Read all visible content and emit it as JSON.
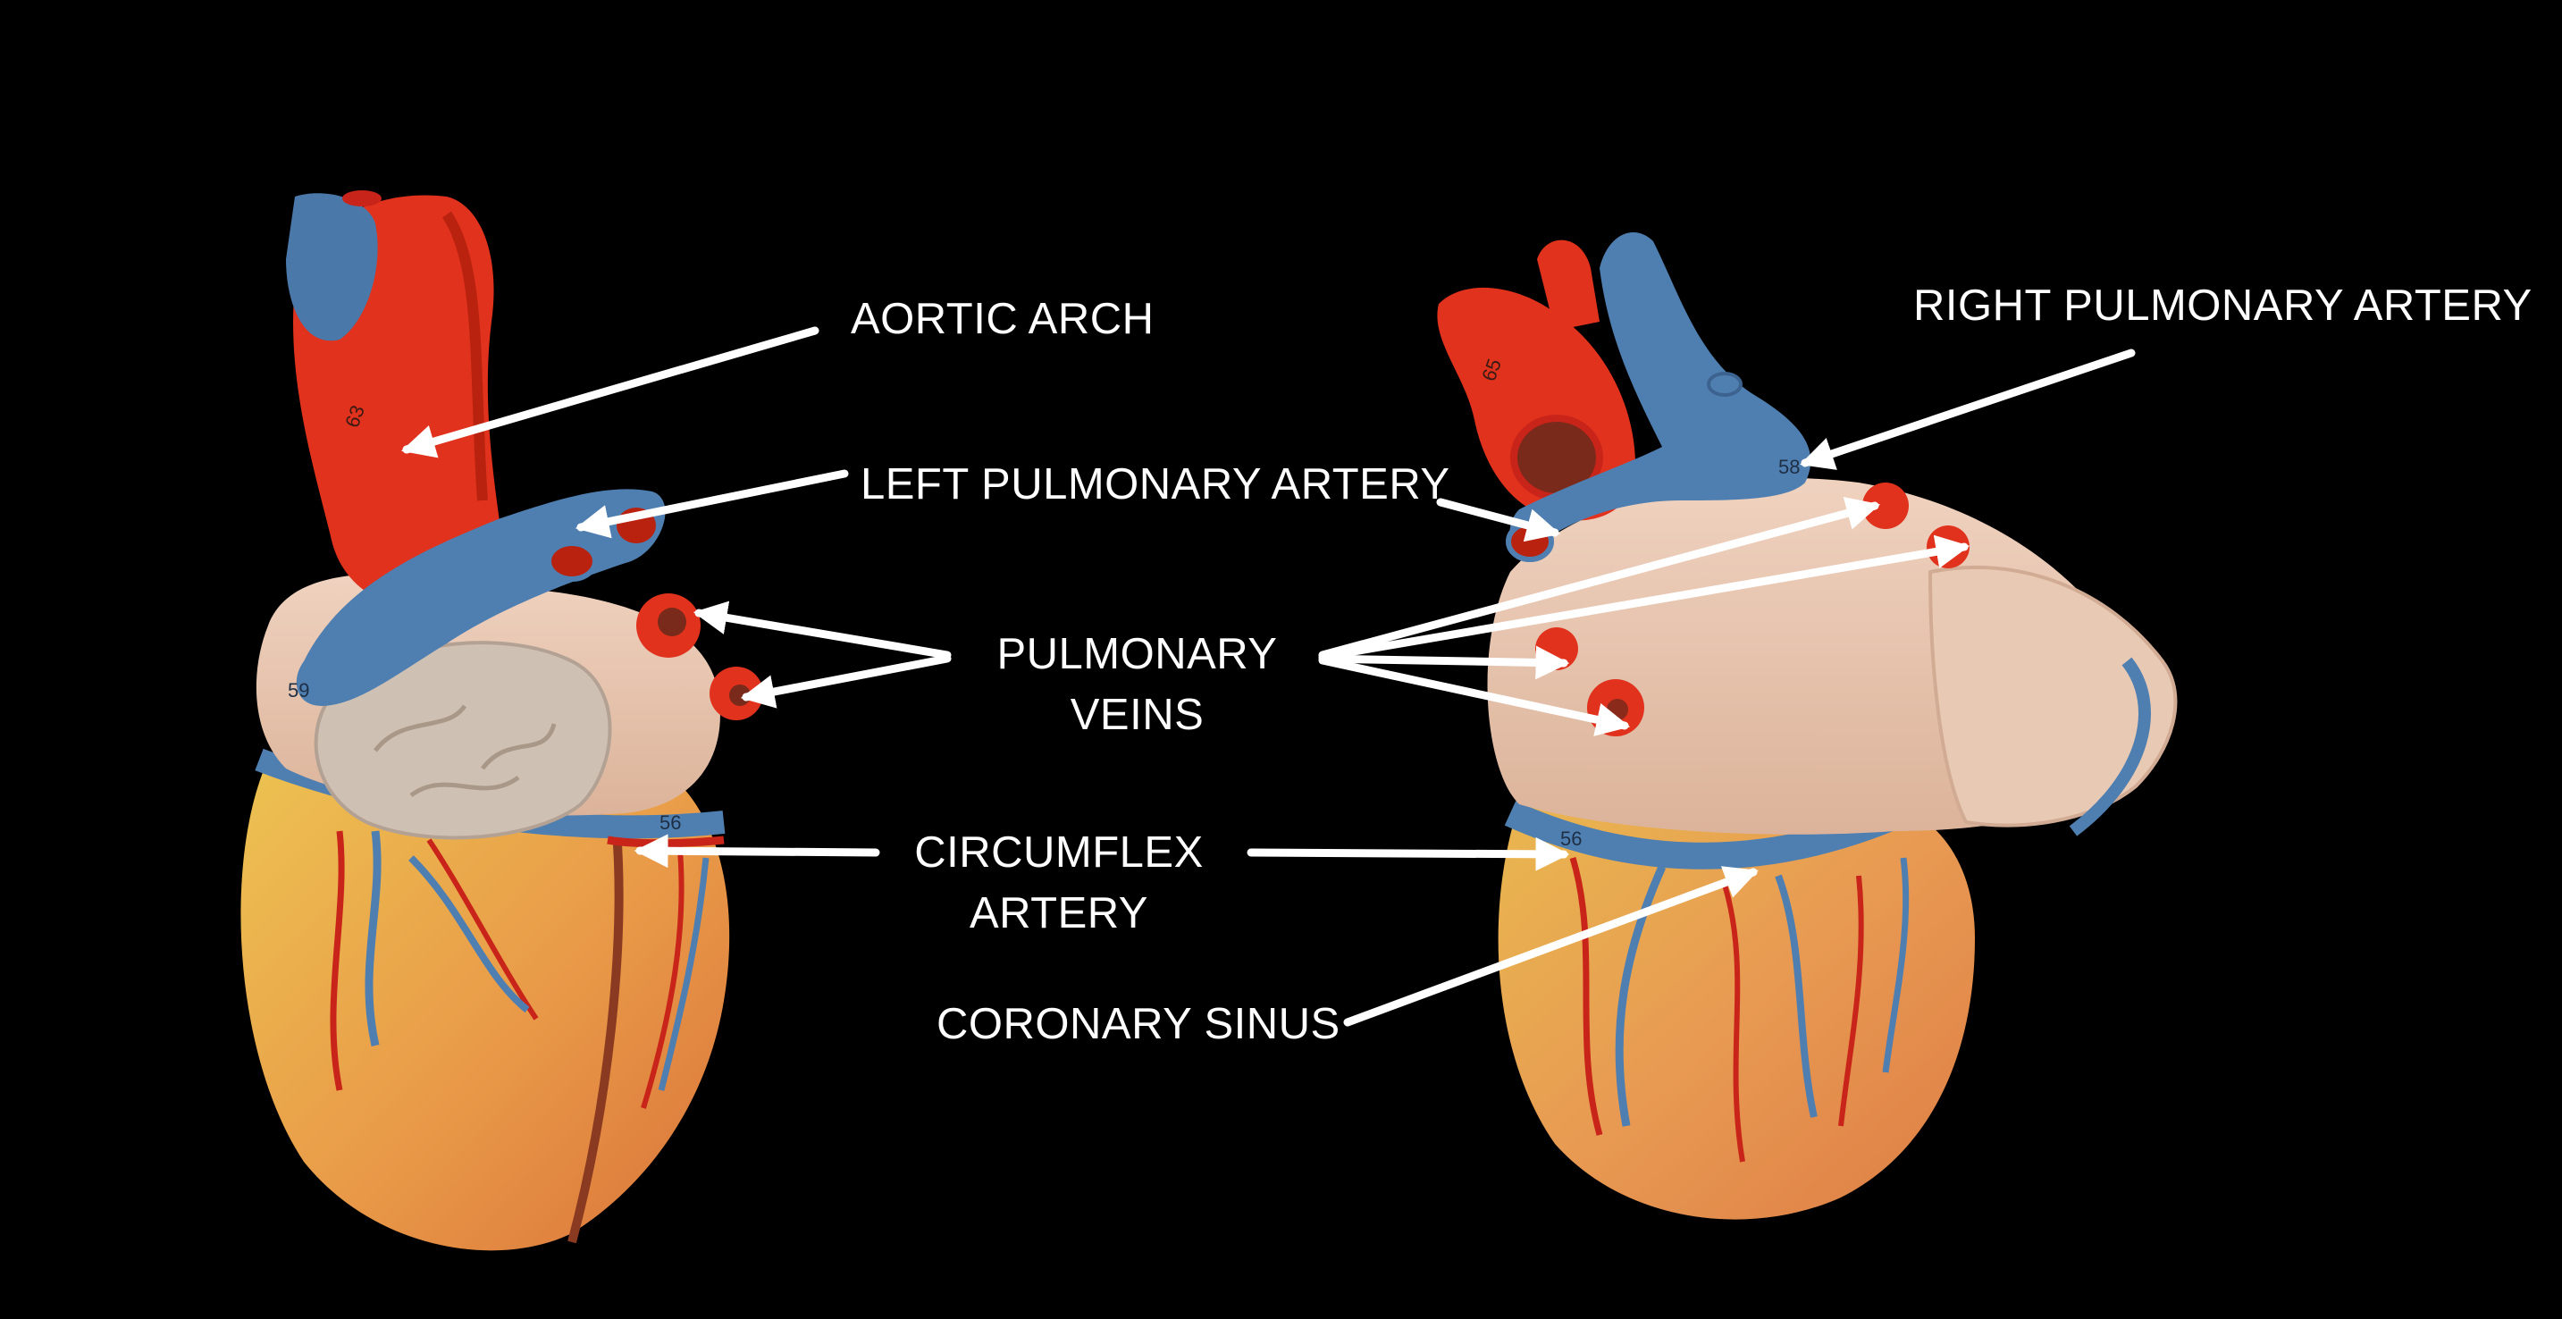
{
  "image": {
    "background_color": "#000000",
    "left_model_markers": [
      "63",
      "59",
      "56"
    ],
    "right_model_markers": [
      "65",
      "56",
      "58"
    ]
  },
  "labels": {
    "aortic_arch": "AORTIC ARCH",
    "left_pulmonary_artery": "LEFT PULMONARY ARTERY",
    "right_pulmonary_artery": "RIGHT PULMONARY ARTERY",
    "pulmonary_veins_line1": "PULMONARY",
    "pulmonary_veins_line2": "VEINS",
    "circumflex_line1": "CIRCUMFLEX",
    "circumflex_line2": "ARTERY",
    "coronary_sinus": "CORONARY SINUS"
  },
  "colors": {
    "label_text": "#ffffff",
    "arrow": "#ffffff",
    "artery_red": "#d8321c",
    "vein_blue": "#4f7fb0",
    "atrium_tan": "#e7c3ad",
    "ventricle_yellow": "#e7b347",
    "ventricle_orange": "#e58d45",
    "auricle_gray": "#cdbfb3"
  }
}
